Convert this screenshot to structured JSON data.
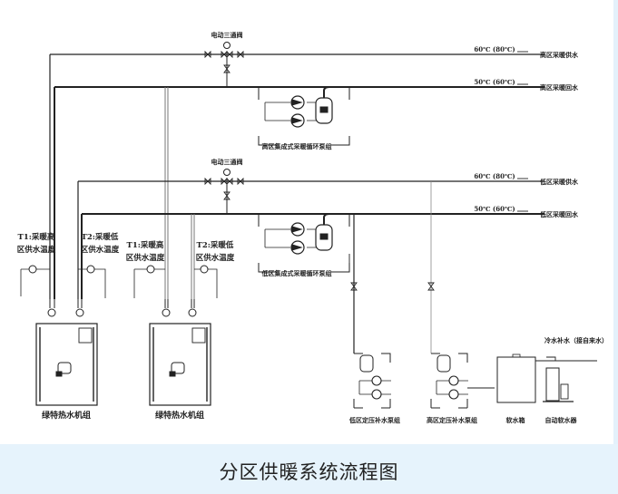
{
  "caption": "分区供暖系统流程图",
  "valves": {
    "high_three_way": "电动三通阀",
    "low_three_way": "电动三通阀"
  },
  "pipes": {
    "high_supply": {
      "temp": "60℃ (80℃)",
      "label": "高区采暖供水"
    },
    "high_return": {
      "temp": "50℃ (60℃)",
      "label": "高区采暖回水"
    },
    "low_supply": {
      "temp": "60℃ (80℃)",
      "label": "低区采暖供水"
    },
    "low_return": {
      "temp": "50℃ (60℃)",
      "label": "低区采暖回水"
    }
  },
  "pump_groups": {
    "high": "高区集成式采暖循环泵组",
    "low": "低区集成式采暖循环泵组"
  },
  "sensors": [
    {
      "tag": "T1",
      "line1": "T1:采暖高",
      "line2": "区供水温度",
      "symbol": "T1"
    },
    {
      "tag": "T2",
      "line1": "T2:采暖低",
      "line2": "区供水温度",
      "symbol": "T2"
    },
    {
      "tag": "T1",
      "line1": "T1:采暖高",
      "line2": "区供水温度",
      "symbol": "T1"
    },
    {
      "tag": "T2",
      "line1": "T2:采暖低",
      "line2": "区供水温度",
      "symbol": "T2"
    }
  ],
  "units": [
    {
      "label": "绿特热水机组"
    },
    {
      "label": "绿特热水机组"
    }
  ],
  "makeup": {
    "low_pump": "低区定压补水泵组",
    "high_pump": "高区定压补水泵组",
    "tank": "软水箱",
    "softener": "自动软水器",
    "cold_water": "冷水补水（接自来水）"
  },
  "colors": {
    "caption_bg": "#e6f3fc",
    "line": "#222222"
  }
}
